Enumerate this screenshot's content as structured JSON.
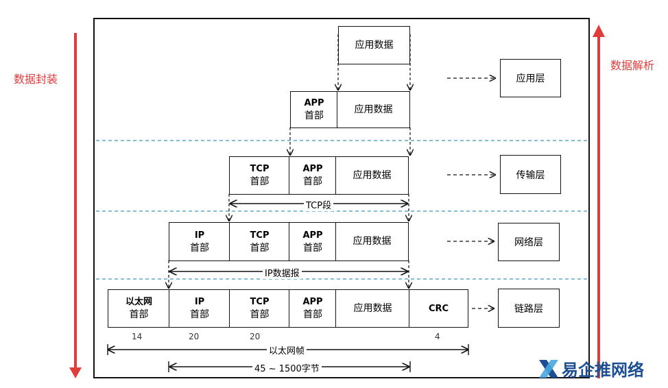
{
  "side_labels": {
    "encapsulation": "数据封装",
    "parsing": "数据解析"
  },
  "boxes": {
    "app_data": "应用数据",
    "app_header_top": "APP",
    "app_header_bottom": "首部",
    "tcp_header_top": "TCP",
    "tcp_header_bottom": "首部",
    "ip_header_top": "IP",
    "ip_header_bottom": "首部",
    "eth_header_top": "以太网",
    "eth_header_bottom": "首部",
    "crc": "CRC"
  },
  "layers": {
    "application": "应用层",
    "transport": "传输层",
    "network": "网络层",
    "link": "链路层"
  },
  "spans": {
    "tcp_segment": "TCP段",
    "ip_datagram": "IP数据报",
    "ethernet_frame": "以太网帧",
    "payload_range": "45 ~ 1500字节"
  },
  "sizes": {
    "eth_header": "14",
    "ip_header": "20",
    "tcp_header": "20",
    "crc": "4"
  },
  "watermark": {
    "text": "易企推网络"
  },
  "colors": {
    "arrow_red": "#e03c3c",
    "divider": "#5aa9c8",
    "watermark": "#1b4f92"
  }
}
